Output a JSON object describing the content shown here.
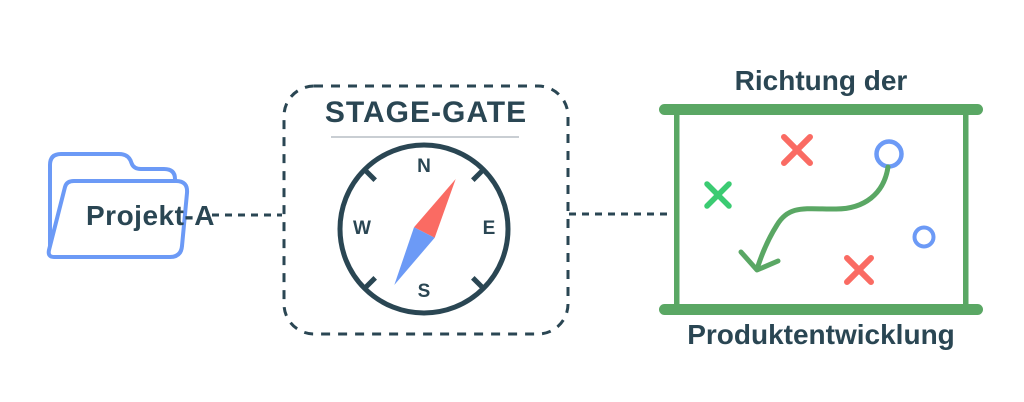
{
  "diagram": {
    "project": {
      "label": "Projekt-A"
    },
    "stage_gate": {
      "title": "STAGE-GATE",
      "compass": {
        "north": "N",
        "east": "E",
        "south": "S",
        "west": "W"
      }
    },
    "development": {
      "caption_top": "Richtung der",
      "caption_bottom": "Produktentwicklung"
    },
    "colors": {
      "dark_teal": "#2A4653",
      "blue": "#6C9AF6",
      "red": "#FA6B63",
      "green": "#5AA764",
      "bright_green": "#3BCB72",
      "underline_gray": "#C9CED3"
    }
  }
}
